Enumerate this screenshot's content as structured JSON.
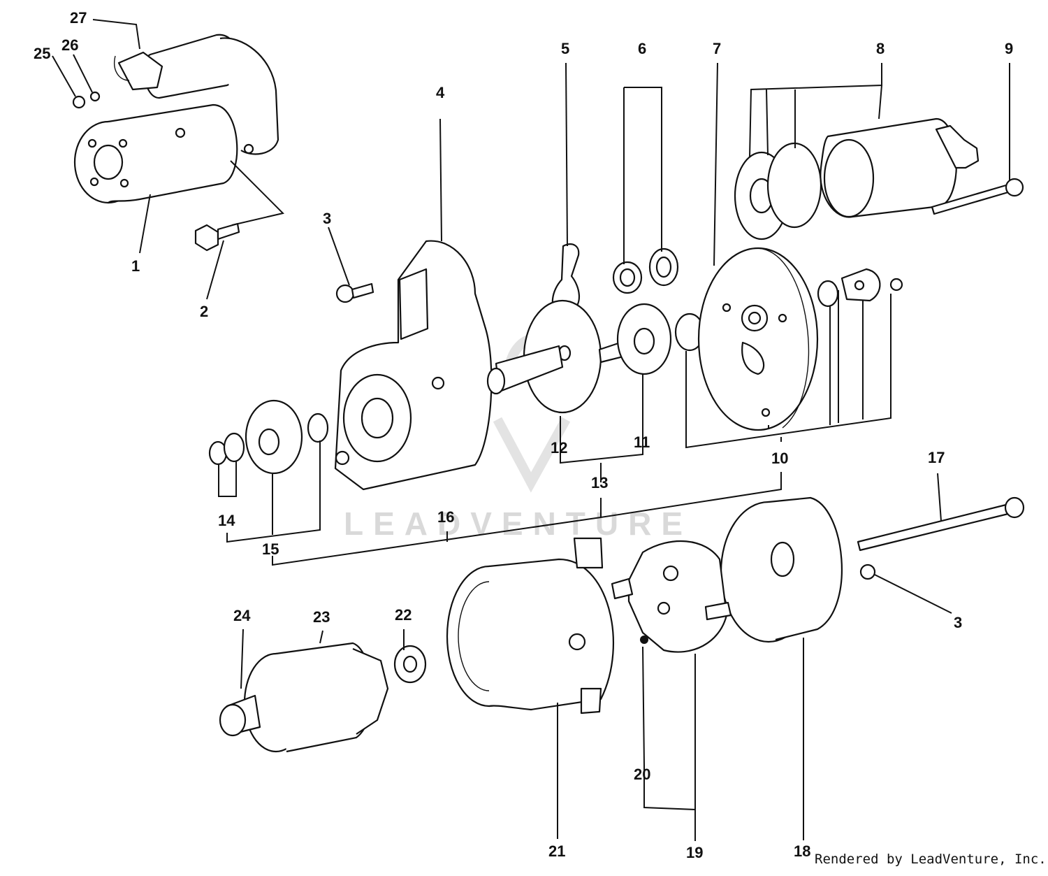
{
  "watermark": "LEADVENTURE",
  "credit": "Rendered by LeadVenture, Inc.",
  "callouts": [
    "27",
    "26",
    "25",
    "1",
    "2",
    "3",
    "4",
    "5",
    "6",
    "7",
    "8",
    "9",
    "12",
    "11",
    "10",
    "13",
    "14",
    "15",
    "16",
    "17",
    "3",
    "24",
    "23",
    "22",
    "21",
    "20",
    "19",
    "18"
  ]
}
